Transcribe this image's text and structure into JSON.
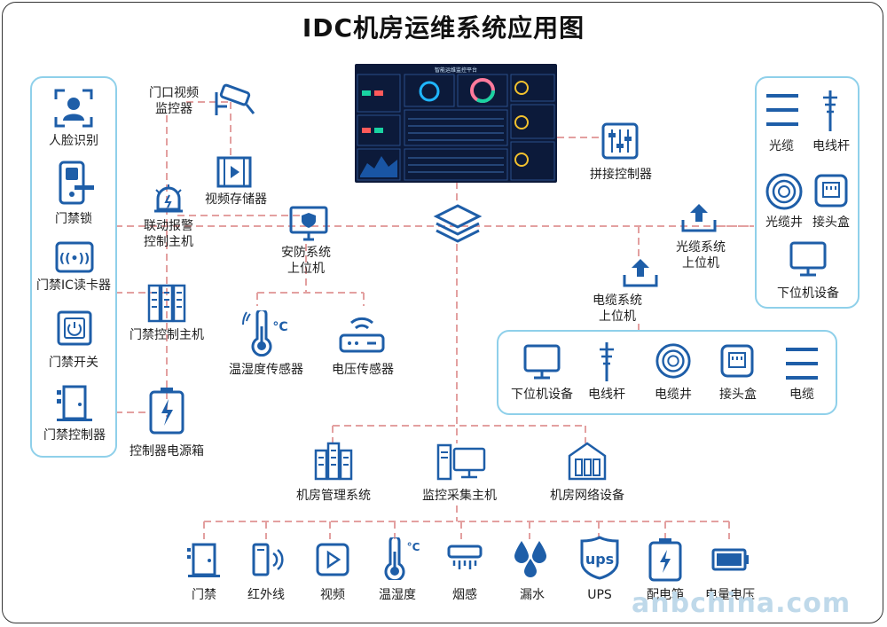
{
  "title": "IDC机房运维系统应用图",
  "monitor_title": "智能运维监控平台",
  "colors": {
    "icon": "#1e5ea8",
    "line": "#e3a0a0",
    "box": "#8fd0ea",
    "screen": "#0c1a3a"
  },
  "nodes": {
    "face_id": "人脸识别",
    "door_lock": "门禁锁",
    "ic_reader": "门禁IC读卡器",
    "door_switch": "门禁开关",
    "door_controller": "门禁控制器",
    "door_cam": "门口视频\n监控器",
    "video_storage": "视频存储器",
    "alarm_host": "联动报警\n控制主机",
    "security_host": "安防系统\n上位机",
    "access_host": "门禁控制主机",
    "temp_sensor": "温湿度传感器",
    "volt_sensor": "电压传感器",
    "ctrl_power": "控制器电源箱",
    "splice_ctrl": "拼接控制器",
    "fiber_host": "光缆系统\n上位机",
    "cable_host": "电缆系统\n上位机",
    "fiber": "光缆",
    "pole_top": "电线杆",
    "fiber_well": "光缆井",
    "junction_top": "接头盒",
    "lower_dev_top": "下位机设备",
    "lower_dev_mid": "下位机设备",
    "pole_mid": "电线杆",
    "cable_well": "电缆井",
    "junction_mid": "接头盒",
    "cable": "电缆",
    "room_mgmt": "机房管理系统",
    "monitor_host": "监控采集主机",
    "room_net": "机房网络设备"
  },
  "bottom_items": [
    "门禁",
    "红外线",
    "视频",
    "温湿度",
    "烟感",
    "漏水",
    "UPS",
    "配电箱",
    "电量电压"
  ],
  "temp_unit": "°C",
  "ups_text": "ups",
  "watermark": "anbchina.com"
}
